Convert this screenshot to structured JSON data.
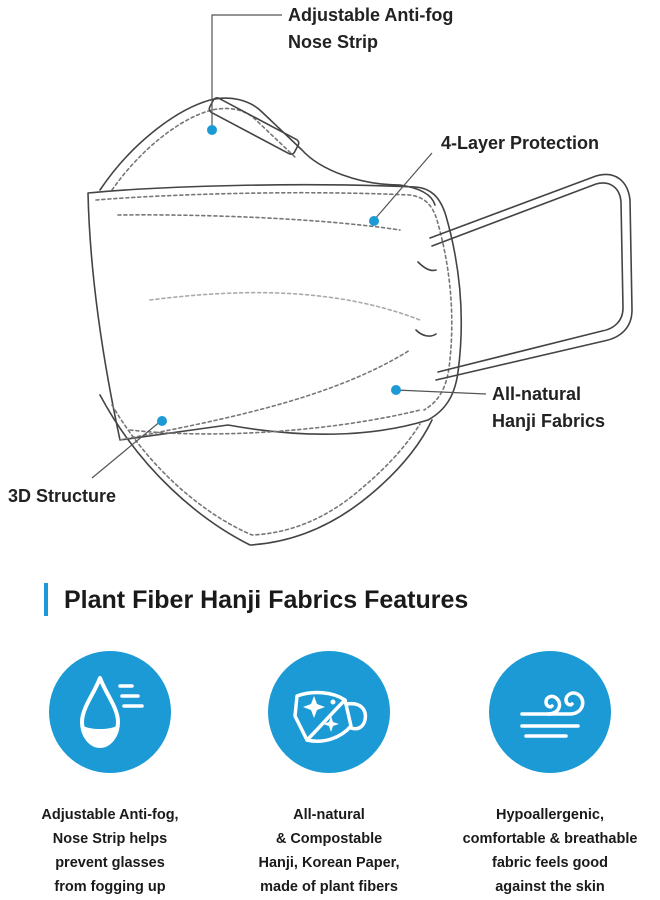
{
  "callouts": {
    "nose_strip": [
      "Adjustable Anti-fog",
      "Nose Strip"
    ],
    "layer": [
      "4-Layer Protection"
    ],
    "hanji": [
      "All-natural",
      "Hanji Fabrics"
    ],
    "structure": [
      "3D Structure"
    ]
  },
  "heading": "Plant Fiber Hanji Fabrics Features",
  "features": [
    {
      "icon": "water-drop-icon",
      "lines": [
        "Adjustable Anti-fog,",
        "Nose Strip helps",
        "prevent glasses",
        "from fogging up"
      ]
    },
    {
      "icon": "mask-icon",
      "lines": [
        "All-natural",
        "& Compostable",
        "Hanji, Korean Paper,",
        "made of plant fibers"
      ]
    },
    {
      "icon": "airflow-icon",
      "lines": [
        "Hypoallergenic,",
        "comfortable & breathable",
        "fabric feels good",
        "against the skin"
      ]
    }
  ],
  "colors": {
    "accent": "#1b9ad6",
    "outline": "#444444",
    "text": "#1a1a1a"
  }
}
